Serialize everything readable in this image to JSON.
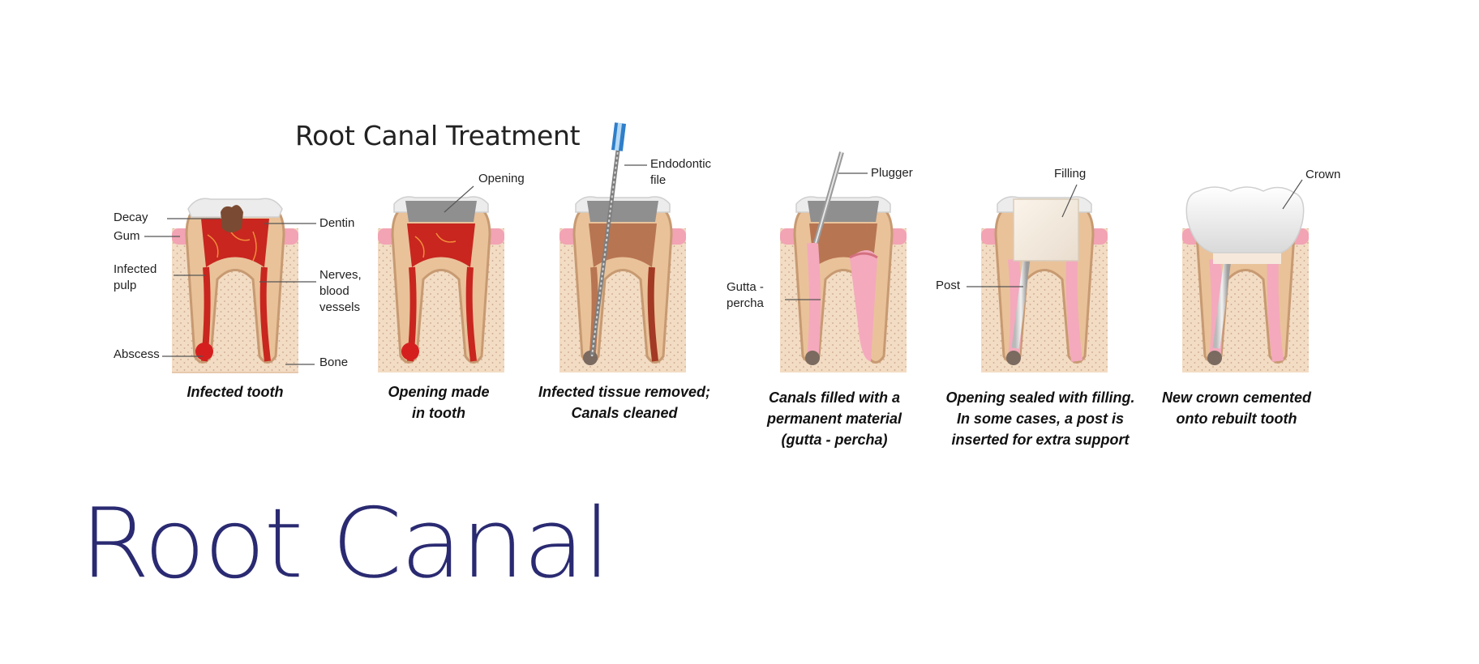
{
  "title": "Root Canal Treatment",
  "footer_heading": "Root Canal",
  "steps": [
    {
      "caption": [
        "Infected tooth"
      ],
      "labels": [
        "Decay",
        "Gum",
        "Infected",
        "pulp",
        "Abscess",
        "Dentin",
        "Nerves,",
        "blood",
        "vessels",
        "Bone"
      ]
    },
    {
      "caption": [
        "Opening made",
        "in tooth"
      ],
      "labels": [
        "Opening"
      ]
    },
    {
      "caption": [
        "Infected tissue removed;",
        "Canals cleaned"
      ],
      "labels": [
        "Endodontic",
        "file"
      ]
    },
    {
      "caption": [
        "Canals filled with a",
        "permanent material",
        "(gutta - percha)"
      ],
      "labels": [
        "Plugger",
        "Gutta -",
        "percha"
      ]
    },
    {
      "caption": [
        "Opening sealed with filling.",
        "In some cases, a post is",
        "inserted for extra support"
      ],
      "labels": [
        "Filling",
        "Post"
      ]
    },
    {
      "caption": [
        "New crown cemented",
        "onto rebuilt tooth"
      ],
      "labels": [
        "Crown"
      ]
    }
  ],
  "colors": {
    "bone": "#f3dcc4",
    "bone_dots": "#c9a58a",
    "gum": "#f2a3b4",
    "dentin": "#e9c29a",
    "dentin_dark": "#c79a72",
    "enamel": "#ececec",
    "pulp_infected": "#c8261f",
    "pulp_clean": "#b87552",
    "gutta": "#f4a9bd",
    "footer_text": "#2a2a72"
  }
}
